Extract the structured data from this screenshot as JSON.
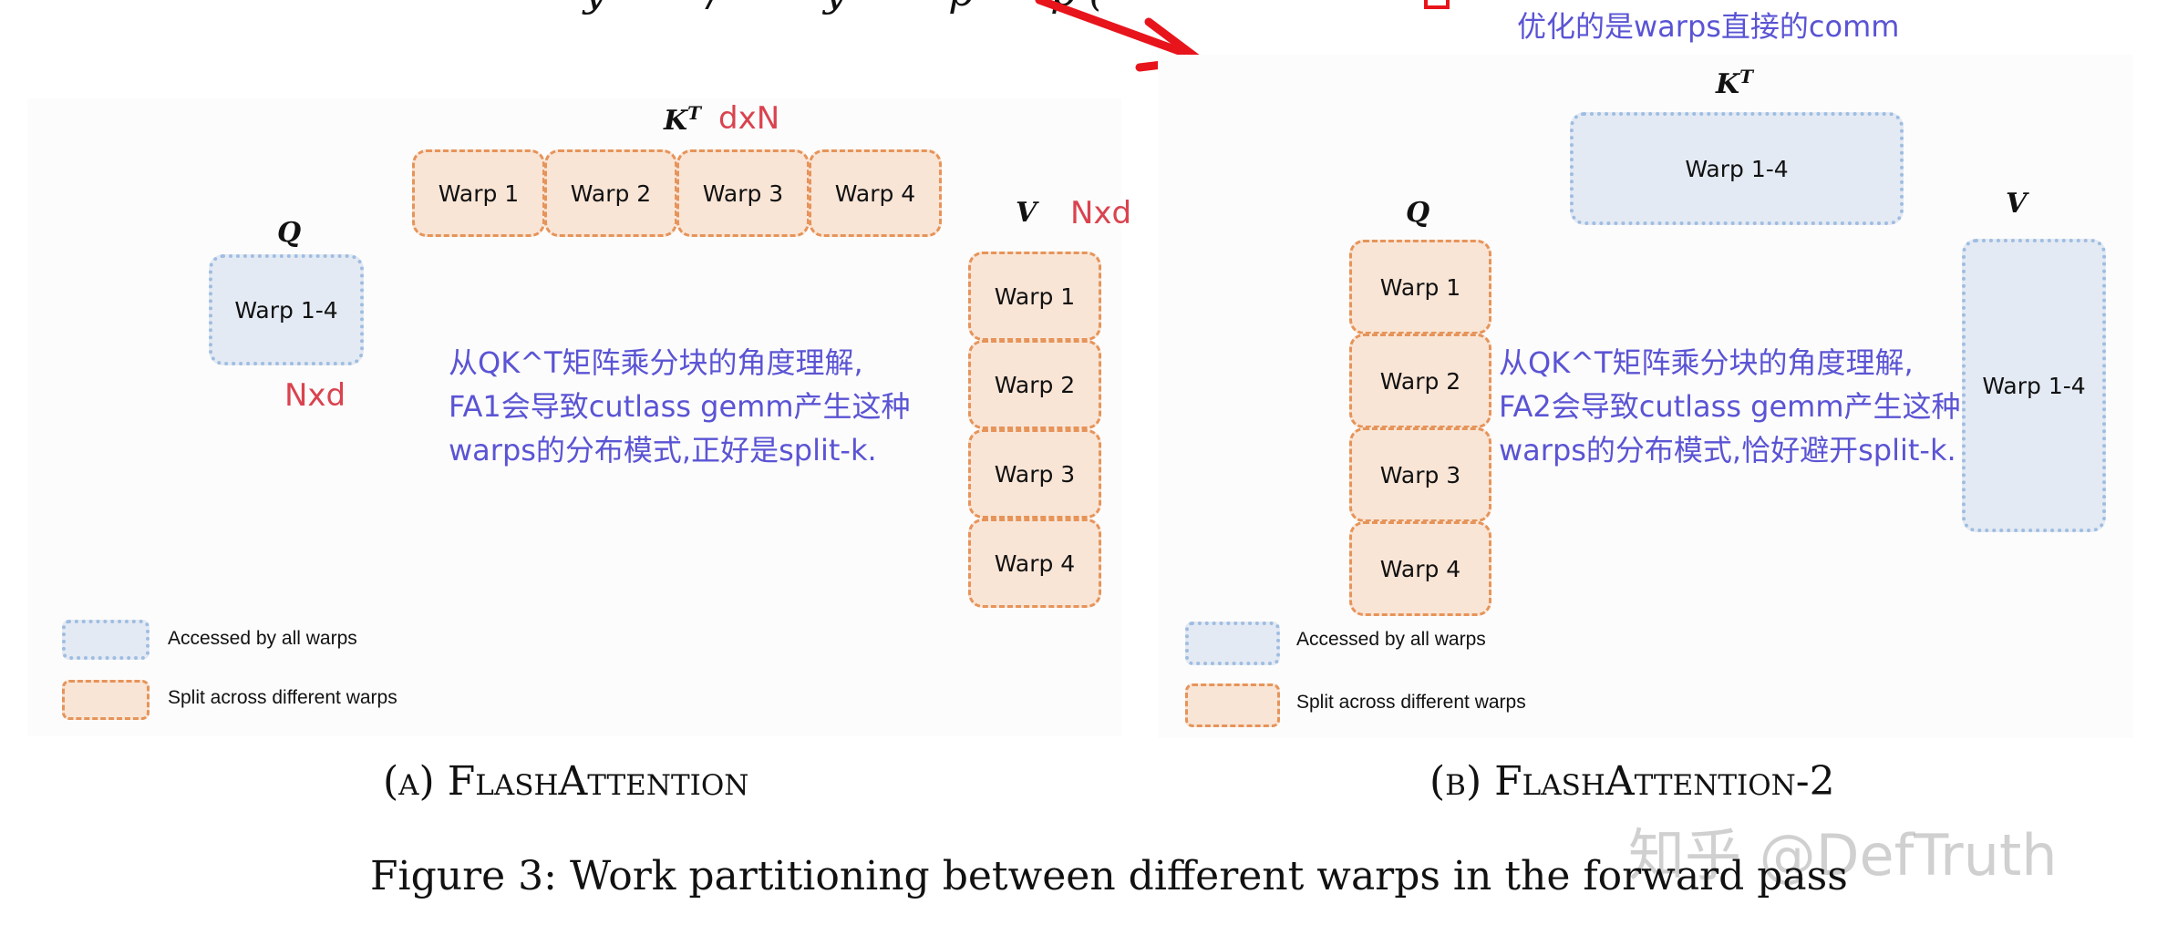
{
  "top": {
    "partial_text": "y        /        y        p      p (",
    "note": "优化的是warps直接的comm"
  },
  "panel_a": {
    "kt_label": "K",
    "kt_sup": "T",
    "kt_dim": "dxN",
    "kt_warps": [
      "Warp 1",
      "Warp 2",
      "Warp 3",
      "Warp 4"
    ],
    "q_label": "Q",
    "q_box": "Warp 1-4",
    "q_dim": "Nxd",
    "v_label": "V",
    "v_dim": "Nxd",
    "v_warps": [
      "Warp 1",
      "Warp 2",
      "Warp 3",
      "Warp 4"
    ],
    "note_lines": [
      "从QK^T矩阵乘分块的角度理解,",
      "FA1会导致cutlass gemm产生这种",
      "warps的分布模式,正好是split-k."
    ],
    "legend_shared": "Accessed by all warps",
    "legend_split": "Split across different warps",
    "caption": "(a) FlashAttention"
  },
  "panel_b": {
    "kt_label": "K",
    "kt_sup": "T",
    "kt_box": "Warp 1-4",
    "q_label": "Q",
    "q_warps": [
      "Warp 1",
      "Warp 2",
      "Warp 3",
      "Warp 4"
    ],
    "v_label": "V",
    "v_box": "Warp 1-4",
    "note_lines": [
      "从QK^T矩阵乘分块的角度理解,",
      "FA2会导致cutlass gemm产生这种",
      "warps的分布模式,恰好避开split-k."
    ],
    "legend_shared": "Accessed by all warps",
    "legend_split": "Split across different warps",
    "caption": "(b) FlashAttention-2"
  },
  "figure_caption": "Figure 3: Work partitioning between different warps in the forward pass",
  "watermark": "知乎 @DefTruth",
  "colors": {
    "shared_fill": "#e3eaf4",
    "shared_border": "#9fbde0",
    "split_fill": "#f9e5d6",
    "split_border": "#e6945a",
    "annotation_red": "#d9434f",
    "annotation_blue": "#5a54d4",
    "arrow_red": "#e8141c"
  }
}
